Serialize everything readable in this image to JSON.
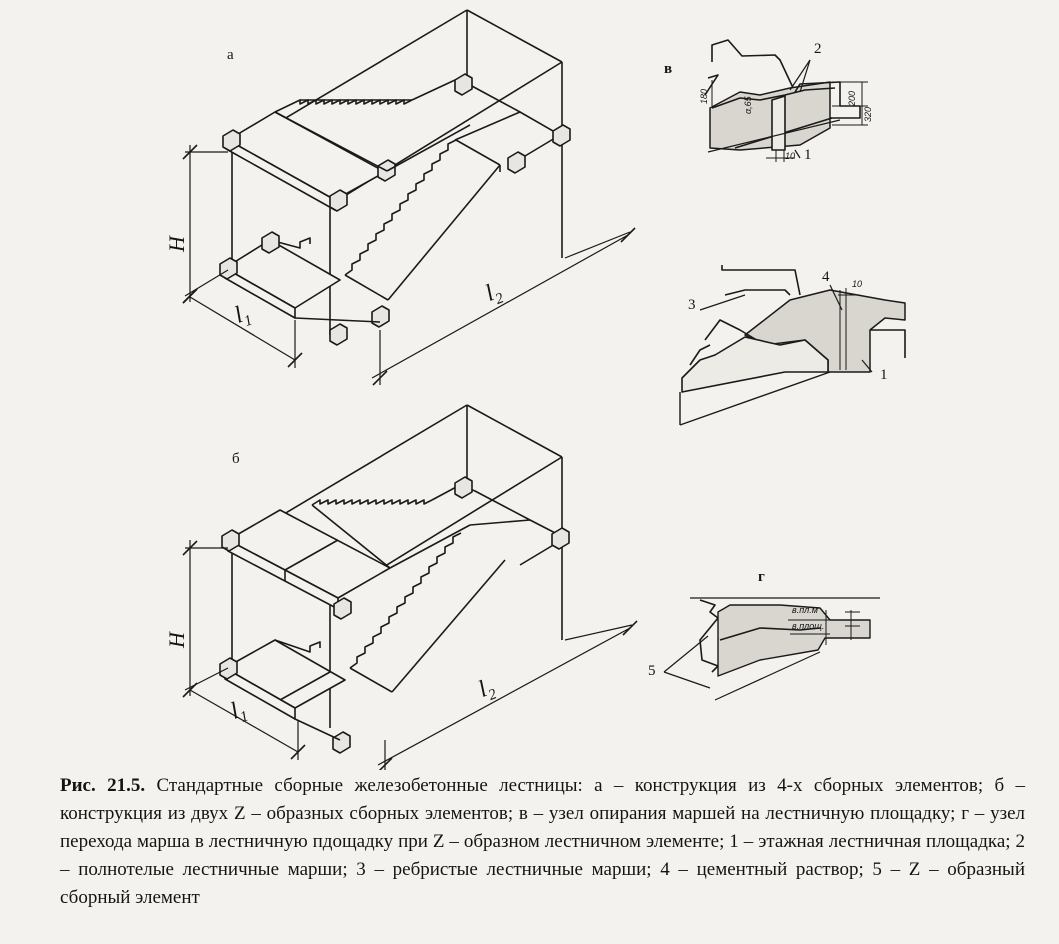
{
  "figure": {
    "panel_a": "а",
    "panel_b": "б",
    "panel_v": "в",
    "panel_g": "г",
    "dim_H_a": "H",
    "dim_l1_a": "l",
    "dim_l1_a_sub": "1",
    "dim_l2_a": "l",
    "dim_l2_a_sub": "2",
    "dim_H_b": "H",
    "dim_l1_b": "l",
    "dim_l1_b_sub": "1",
    "dim_l2_b": "l",
    "dim_l2_b_sub": "2",
    "callout_1_v": "1",
    "callout_2_v": "2",
    "callout_1_mid": "1",
    "callout_3": "3",
    "callout_4": "4",
    "callout_5": "5",
    "dim_180": "180",
    "dim_200": "200",
    "dim_320": "320",
    "dim_10_v": "10",
    "dim_10_mid": "10",
    "angle_v": "α,65",
    "level_pl": "в.пл.м",
    "level_pl2": "в.площ."
  },
  "caption": {
    "label": "Рис. 21.5.",
    "text": " Стандартные  сборные железобетонные лестницы: а – конструкция из 4-х сборных элементов; б –  конструкция из двух Z – образных сборных элементов; в – узел опирания маршей на лестничную площадку; г –   узел перехода марша в лестничную пдощадку при Z  – образном лестничном элементе; 1 – этажная лестничная площадка; 2 – полнотелые лестничные марши; 3 – ребристые лестничные марши; 4 – цементный раствор; 5 – Z – образный сборный элемент"
  }
}
